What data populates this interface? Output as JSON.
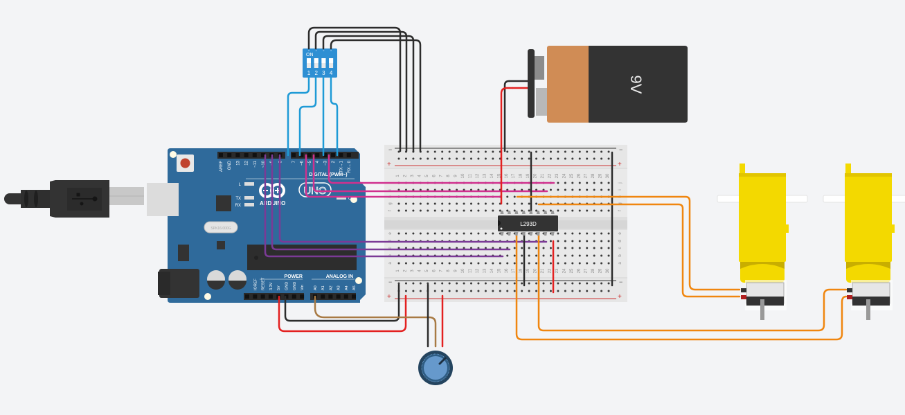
{
  "arduino": {
    "board_name": "ARDUINO",
    "model": "UNO",
    "digital_header_label": "DIGITAL (PWM~)",
    "digital_pins": [
      "AREF",
      "GND",
      "13",
      "12",
      "~11",
      "~10",
      "~9",
      "8",
      "7",
      "~6",
      "~5",
      "4",
      "~3",
      "2",
      "TX→1",
      "RX←0"
    ],
    "power_header_label": "POWER",
    "power_pins": [
      "IOREF",
      "RESET",
      "3.3V",
      "5V",
      "GND",
      "GND",
      "Vin"
    ],
    "analog_header_label": "ANALOG IN",
    "analog_pins": [
      "A0",
      "A1",
      "A2",
      "A3",
      "A4",
      "A5"
    ],
    "led_labels": [
      "L",
      "TX",
      "RX",
      "ON"
    ],
    "crystal_label": "SPK16.000G"
  },
  "dip_switch": {
    "on_label": "ON",
    "positions": [
      "1",
      "2",
      "3",
      "4"
    ]
  },
  "battery": {
    "label": "9V"
  },
  "motor_driver": {
    "label": "L293D"
  },
  "breadboard": {
    "rail_minus": "−",
    "rail_plus": "+",
    "row_labels_top": [
      "j",
      "i",
      "h",
      "g",
      "f"
    ],
    "row_labels_bottom": [
      "e",
      "d",
      "c",
      "b",
      "a"
    ],
    "columns": 30
  },
  "colors": {
    "arduino_blue": "#2f6a9b",
    "wire_blue": "#1e9ad6",
    "wire_magenta": "#d0308e",
    "wire_purple": "#7b3a96",
    "wire_orange": "#f0860f",
    "wire_red": "#e32020",
    "wire_black": "#2c2c2c",
    "wire_brown": "#a87a44",
    "motor_yellow": "#f3d900",
    "battery_copper": "#d08c55",
    "battery_body": "#333333"
  }
}
